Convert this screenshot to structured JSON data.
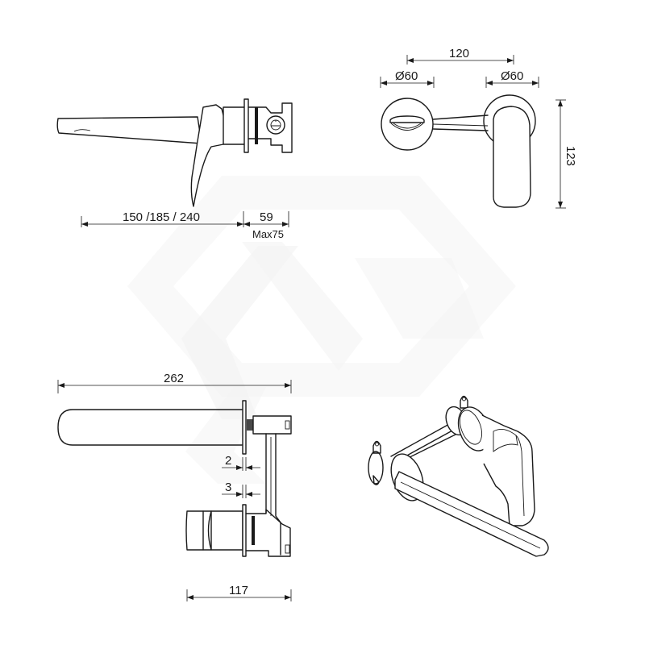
{
  "drawing": {
    "subject": "Wall-mounted basin mixer with spout — technical dimension drawing",
    "watermark": "hexagon-logo",
    "colors": {
      "line": "#1a1a1a",
      "background": "#ffffff",
      "watermark": "#f4f4f4"
    },
    "side_view": {
      "dimensions": {
        "spout_length": "150 /185 / 240",
        "wall_depth": "59",
        "wall_depth_max": "Max75"
      }
    },
    "front_view": {
      "dimensions": {
        "centres": "120",
        "left_plate_diameter": "Ø60",
        "right_plate_diameter": "Ø60",
        "height": "123"
      }
    },
    "top_view": {
      "dimensions": {
        "overall_length": "262",
        "plate_thickness_upper": "2",
        "plate_thickness_lower": "3",
        "body_depth": "117"
      }
    },
    "isometric_view": {
      "label": "isometric-product-view"
    }
  }
}
